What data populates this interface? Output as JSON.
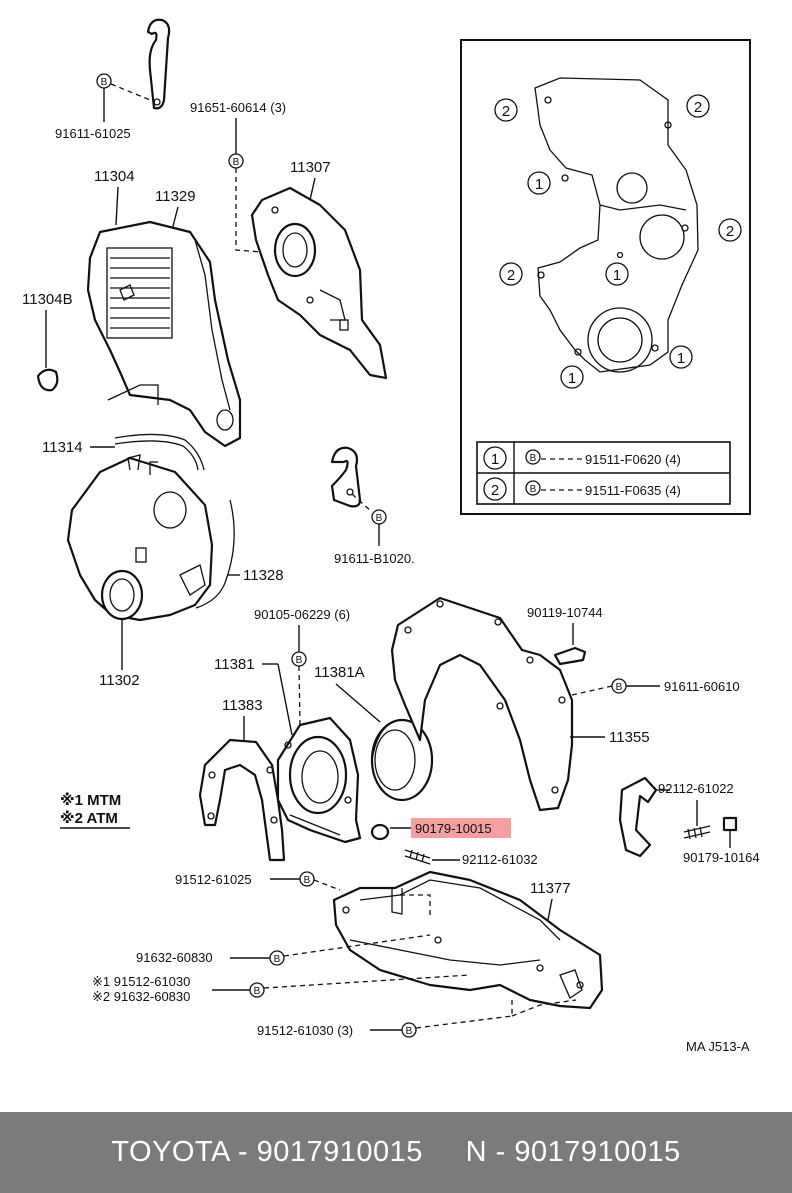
{
  "labels": {
    "p91611_61025": "91611-61025",
    "p91651_60614": "91651-60614 (3)",
    "p11304": "11304",
    "p11329": "11329",
    "p11307": "11307",
    "p11304B": "11304B",
    "p11314": "11314",
    "p91611_B1020": "91611-B1020.",
    "p11328": "11328",
    "p11302": "11302",
    "p90105_06229": "90105-06229 (6)",
    "p90119_10744": "90119-10744",
    "p11381": "11381",
    "p11381A": "11381A",
    "p91611_60610": "91611-60610",
    "p11383": "11383",
    "p11355": "11355",
    "p92112_61022": "92112-61022",
    "mtm": "※1 MTM",
    "atm": "※2 ATM",
    "p90179_10015": "90179-10015",
    "p90179_10164": "90179-10164",
    "p92112_61032": "92112-61032",
    "p91512_61025": "91512-61025",
    "p11377": "11377",
    "p91632_60830": "91632-60830",
    "p91512_61030_1": "※1 91512-61030",
    "p91632_60830_2": "※2 91632-60830",
    "p91512_61030_3": "91512-61030 (3)",
    "ref_code": "MA J513-A"
  },
  "inset": {
    "circle1": "1",
    "circle2": "2",
    "bolt_letter": "B",
    "legend": [
      {
        "num": "1",
        "part": "91511-F0620 (4)"
      },
      {
        "num": "2",
        "part": "91511-F0635 (4)"
      }
    ]
  },
  "highlight": {
    "part": "90179-10015",
    "color": "#f3a0a0"
  },
  "footer": {
    "brand": "TOYOTA",
    "part_number": "9017910015",
    "n_label": "N",
    "n_number": "9017910015",
    "text": "TOYOTA - 9017910015     N - 9017910015"
  }
}
